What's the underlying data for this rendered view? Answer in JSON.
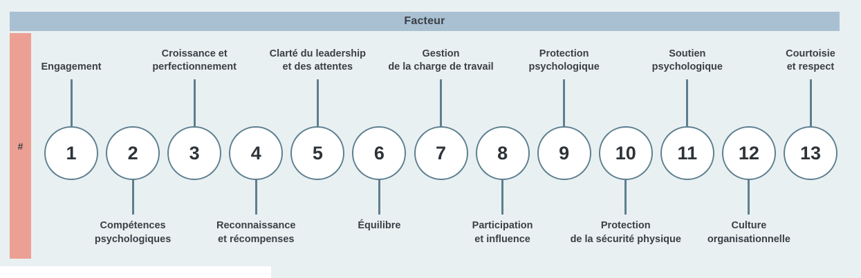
{
  "header": {
    "title": "Facteur",
    "bar_color": "#a9c0d2"
  },
  "num_column": {
    "label": "#",
    "color": "#eca094"
  },
  "theme": {
    "background": "#e9f0f2",
    "circle_stroke": "#5d7f8f",
    "circle_fill": "#ffffff",
    "text": "#3a3f45"
  },
  "factors": [
    {
      "number": "1",
      "label": "Engagement",
      "position": "top",
      "lines": 1
    },
    {
      "number": "2",
      "label": "Compétences\npsychologiques",
      "position": "bottom",
      "lines": 2
    },
    {
      "number": "3",
      "label": "Croissance et\nperfectionnement",
      "position": "top",
      "lines": 2
    },
    {
      "number": "4",
      "label": "Reconnaissance\net récompenses",
      "position": "bottom",
      "lines": 2
    },
    {
      "number": "5",
      "label": "Clarté du leadership\net des attentes",
      "position": "top",
      "lines": 2
    },
    {
      "number": "6",
      "label": "Équilibre",
      "position": "bottom",
      "lines": 1
    },
    {
      "number": "7",
      "label": "Gestion\nde la charge de travail",
      "position": "top",
      "lines": 2
    },
    {
      "number": "8",
      "label": "Participation\net influence",
      "position": "bottom",
      "lines": 2
    },
    {
      "number": "9",
      "label": "Protection\npsychologique",
      "position": "top",
      "lines": 2
    },
    {
      "number": "10",
      "label": "Protection\nde la sécurité physique",
      "position": "bottom",
      "lines": 2
    },
    {
      "number": "11",
      "label": "Soutien\npsychologique",
      "position": "top",
      "lines": 2
    },
    {
      "number": "12",
      "label": "Culture\norganisationnelle",
      "position": "bottom",
      "lines": 2
    },
    {
      "number": "13",
      "label": "Courtoisie\net respect",
      "position": "top",
      "lines": 2
    }
  ]
}
